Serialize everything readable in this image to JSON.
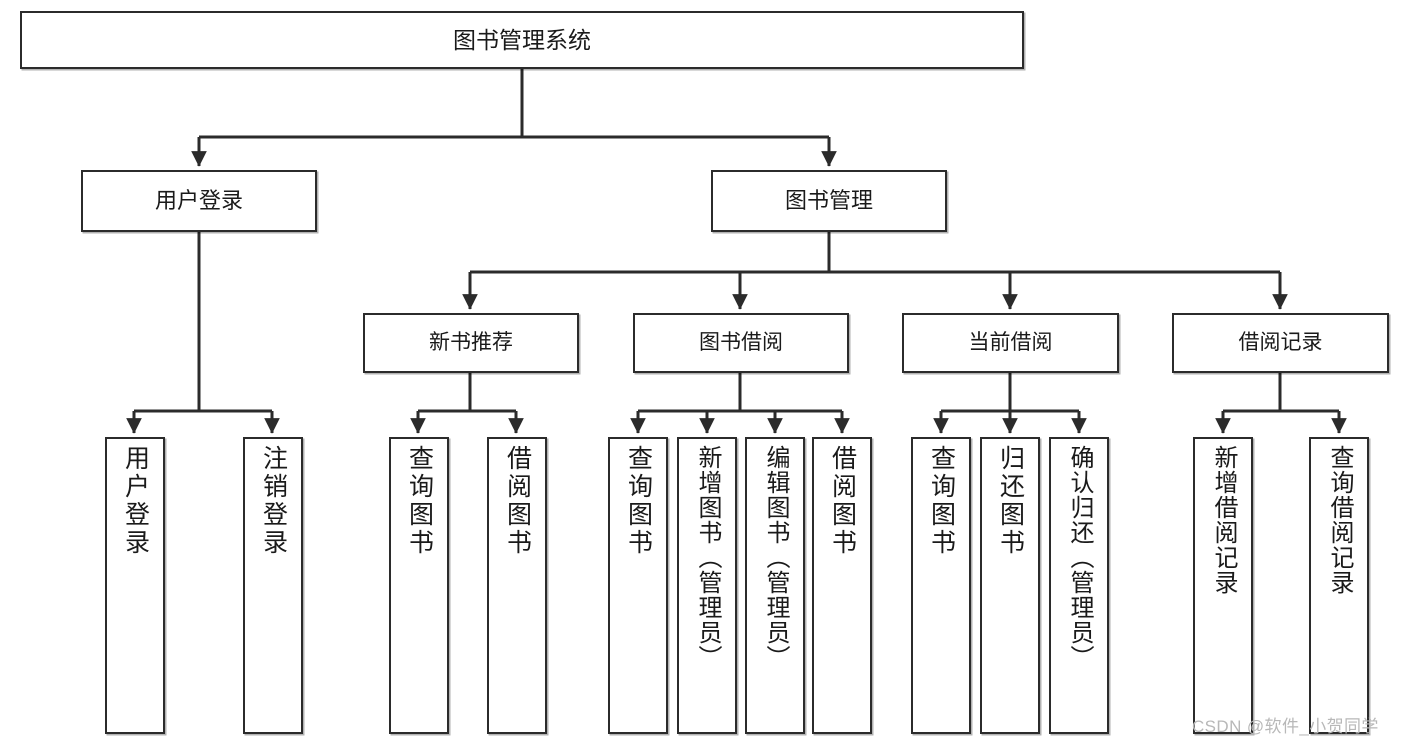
{
  "diagram": {
    "type": "hierarchy-tree",
    "title": "图书管理系统",
    "root": {
      "label": "图书管理系统"
    },
    "level2": [
      {
        "label": "用户登录"
      },
      {
        "label": "图书管理"
      }
    ],
    "level3": [
      {
        "label": "新书推荐"
      },
      {
        "label": "图书借阅"
      },
      {
        "label": "当前借阅"
      },
      {
        "label": "借阅记录"
      }
    ],
    "leaves": {
      "user_login": [
        {
          "label": "用户登录"
        },
        {
          "label": "注销登录"
        }
      ],
      "new_book_recommend": [
        {
          "label": "查询图书"
        },
        {
          "label": "借阅图书"
        }
      ],
      "book_borrow": [
        {
          "label": "查询图书"
        },
        {
          "label": "新增图书（管理员）"
        },
        {
          "label": "编辑图书（管理员）"
        },
        {
          "label": "借阅图书"
        }
      ],
      "current_borrow": [
        {
          "label": "查询图书"
        },
        {
          "label": "归还图书"
        },
        {
          "label": "确认归还（管理员）"
        }
      ],
      "borrow_record": [
        {
          "label": "新增借阅记录"
        },
        {
          "label": "查询借阅记录"
        }
      ]
    }
  },
  "watermark": {
    "text": "CSDN @软件_小贺同学"
  },
  "colors": {
    "border": "#2b2b2b",
    "background": "#ffffff",
    "text": "#1a1a1a",
    "watermark": "#b8b8b8"
  }
}
